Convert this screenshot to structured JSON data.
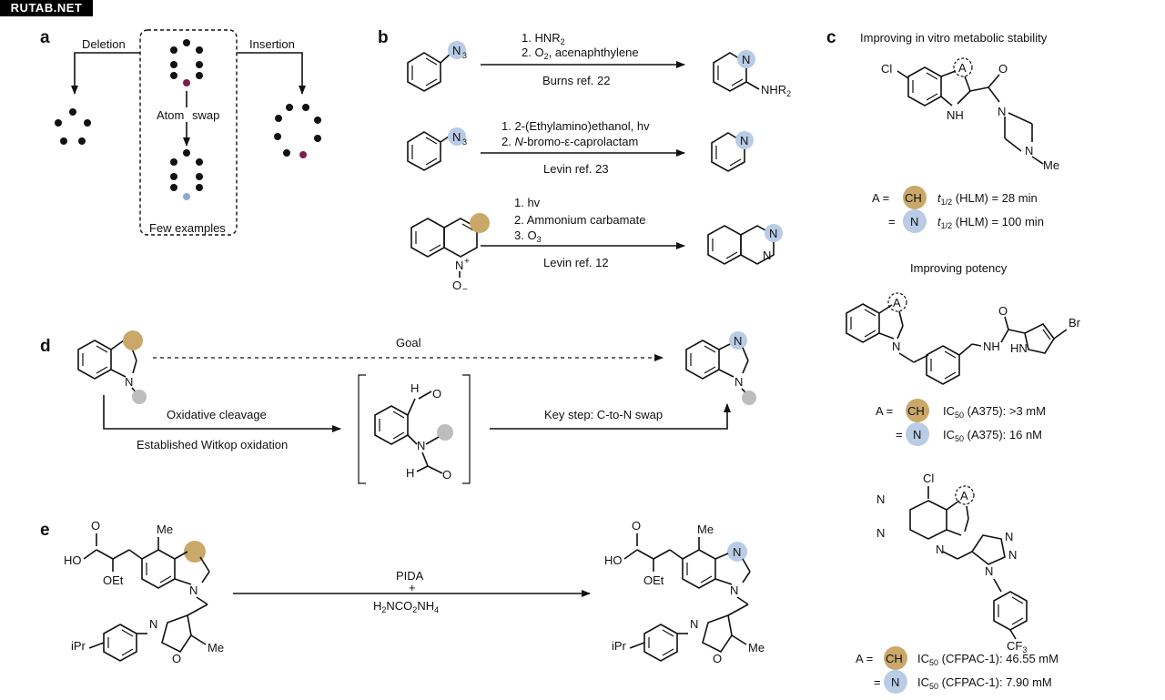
{
  "watermark": "RUTAB.NET",
  "colors": {
    "gold": "#c9a86a",
    "blue": "#b8cce6",
    "purple": "#7a1f4f",
    "grey": "#bdbdbd",
    "blue_node": "#8fa8d8"
  },
  "panel_a": {
    "label": "a",
    "deletion": "Deletion",
    "insertion": "Insertion",
    "atom_swap_1": "Atom",
    "atom_swap_2": "swap",
    "few_examples": "Few examples"
  },
  "panel_b": {
    "label": "b",
    "r1_step1": "1. HNR",
    "r1_step1_sub": "2",
    "r1_step2a": "2. O",
    "r1_step2_sub": "2",
    "r1_step2b": ", acenaphthylene",
    "r1_ref": "Burns ref. 22",
    "r1_product": "NHR",
    "r1_product_sub": "2",
    "r2_step1": "1. 2-(Ethylamino)ethanol, hv",
    "r2_step2a": "2. ",
    "r2_step2_italic": "N",
    "r2_step2b": "-bromo-ε-caprolactam",
    "r2_ref": "Levin ref. 23",
    "r3_step1": "1. hv",
    "r3_step2": "2. Ammonium carbamate",
    "r3_step3": "3. O",
    "r3_step3_sub": "3",
    "r3_ref": "Levin ref. 12",
    "azide": "N",
    "azide_sub": "3"
  },
  "panel_c": {
    "label": "c",
    "title1": "Improving in vitro metabolic stability",
    "title2": "Improving potency",
    "cl": "Cl",
    "me": "Me",
    "br": "Br",
    "cf3": "CF",
    "cf3_sub": "3",
    "hn": "HN",
    "nh": "NH",
    "a_label": "A",
    "ch": "CH",
    "n": "N",
    "A_eq": "A =",
    "eq": "=",
    "m1_t": "t",
    "m1_sub": "1/2",
    "m1_ch": " (HLM) = 28 min",
    "m1_n": " (HLM) = 100 min",
    "m2_ic": "IC",
    "m2_sub": "50",
    "m2_ch": " (A375): >3 mM",
    "m2_n": " (A375): 16 nM",
    "m3_ch": " (CFPAC-1): 46.55 mM",
    "m3_n": " (CFPAC-1): 7.90 mM"
  },
  "panel_d": {
    "label": "d",
    "goal": "Goal",
    "oxidative": "Oxidative cleavage",
    "witkop": "Established Witkop oxidation",
    "key_step": "Key step: C-to-N swap"
  },
  "panel_e": {
    "label": "e",
    "pida": "PIDA",
    "plus": "+",
    "reagent": "H",
    "reagent_parts": [
      "2",
      "NCO",
      "2",
      "NH",
      "4"
    ],
    "me": "Me",
    "ho": "HO",
    "oet": "OEt",
    "ipr": "iPr",
    "o": "O",
    "n": "N"
  }
}
